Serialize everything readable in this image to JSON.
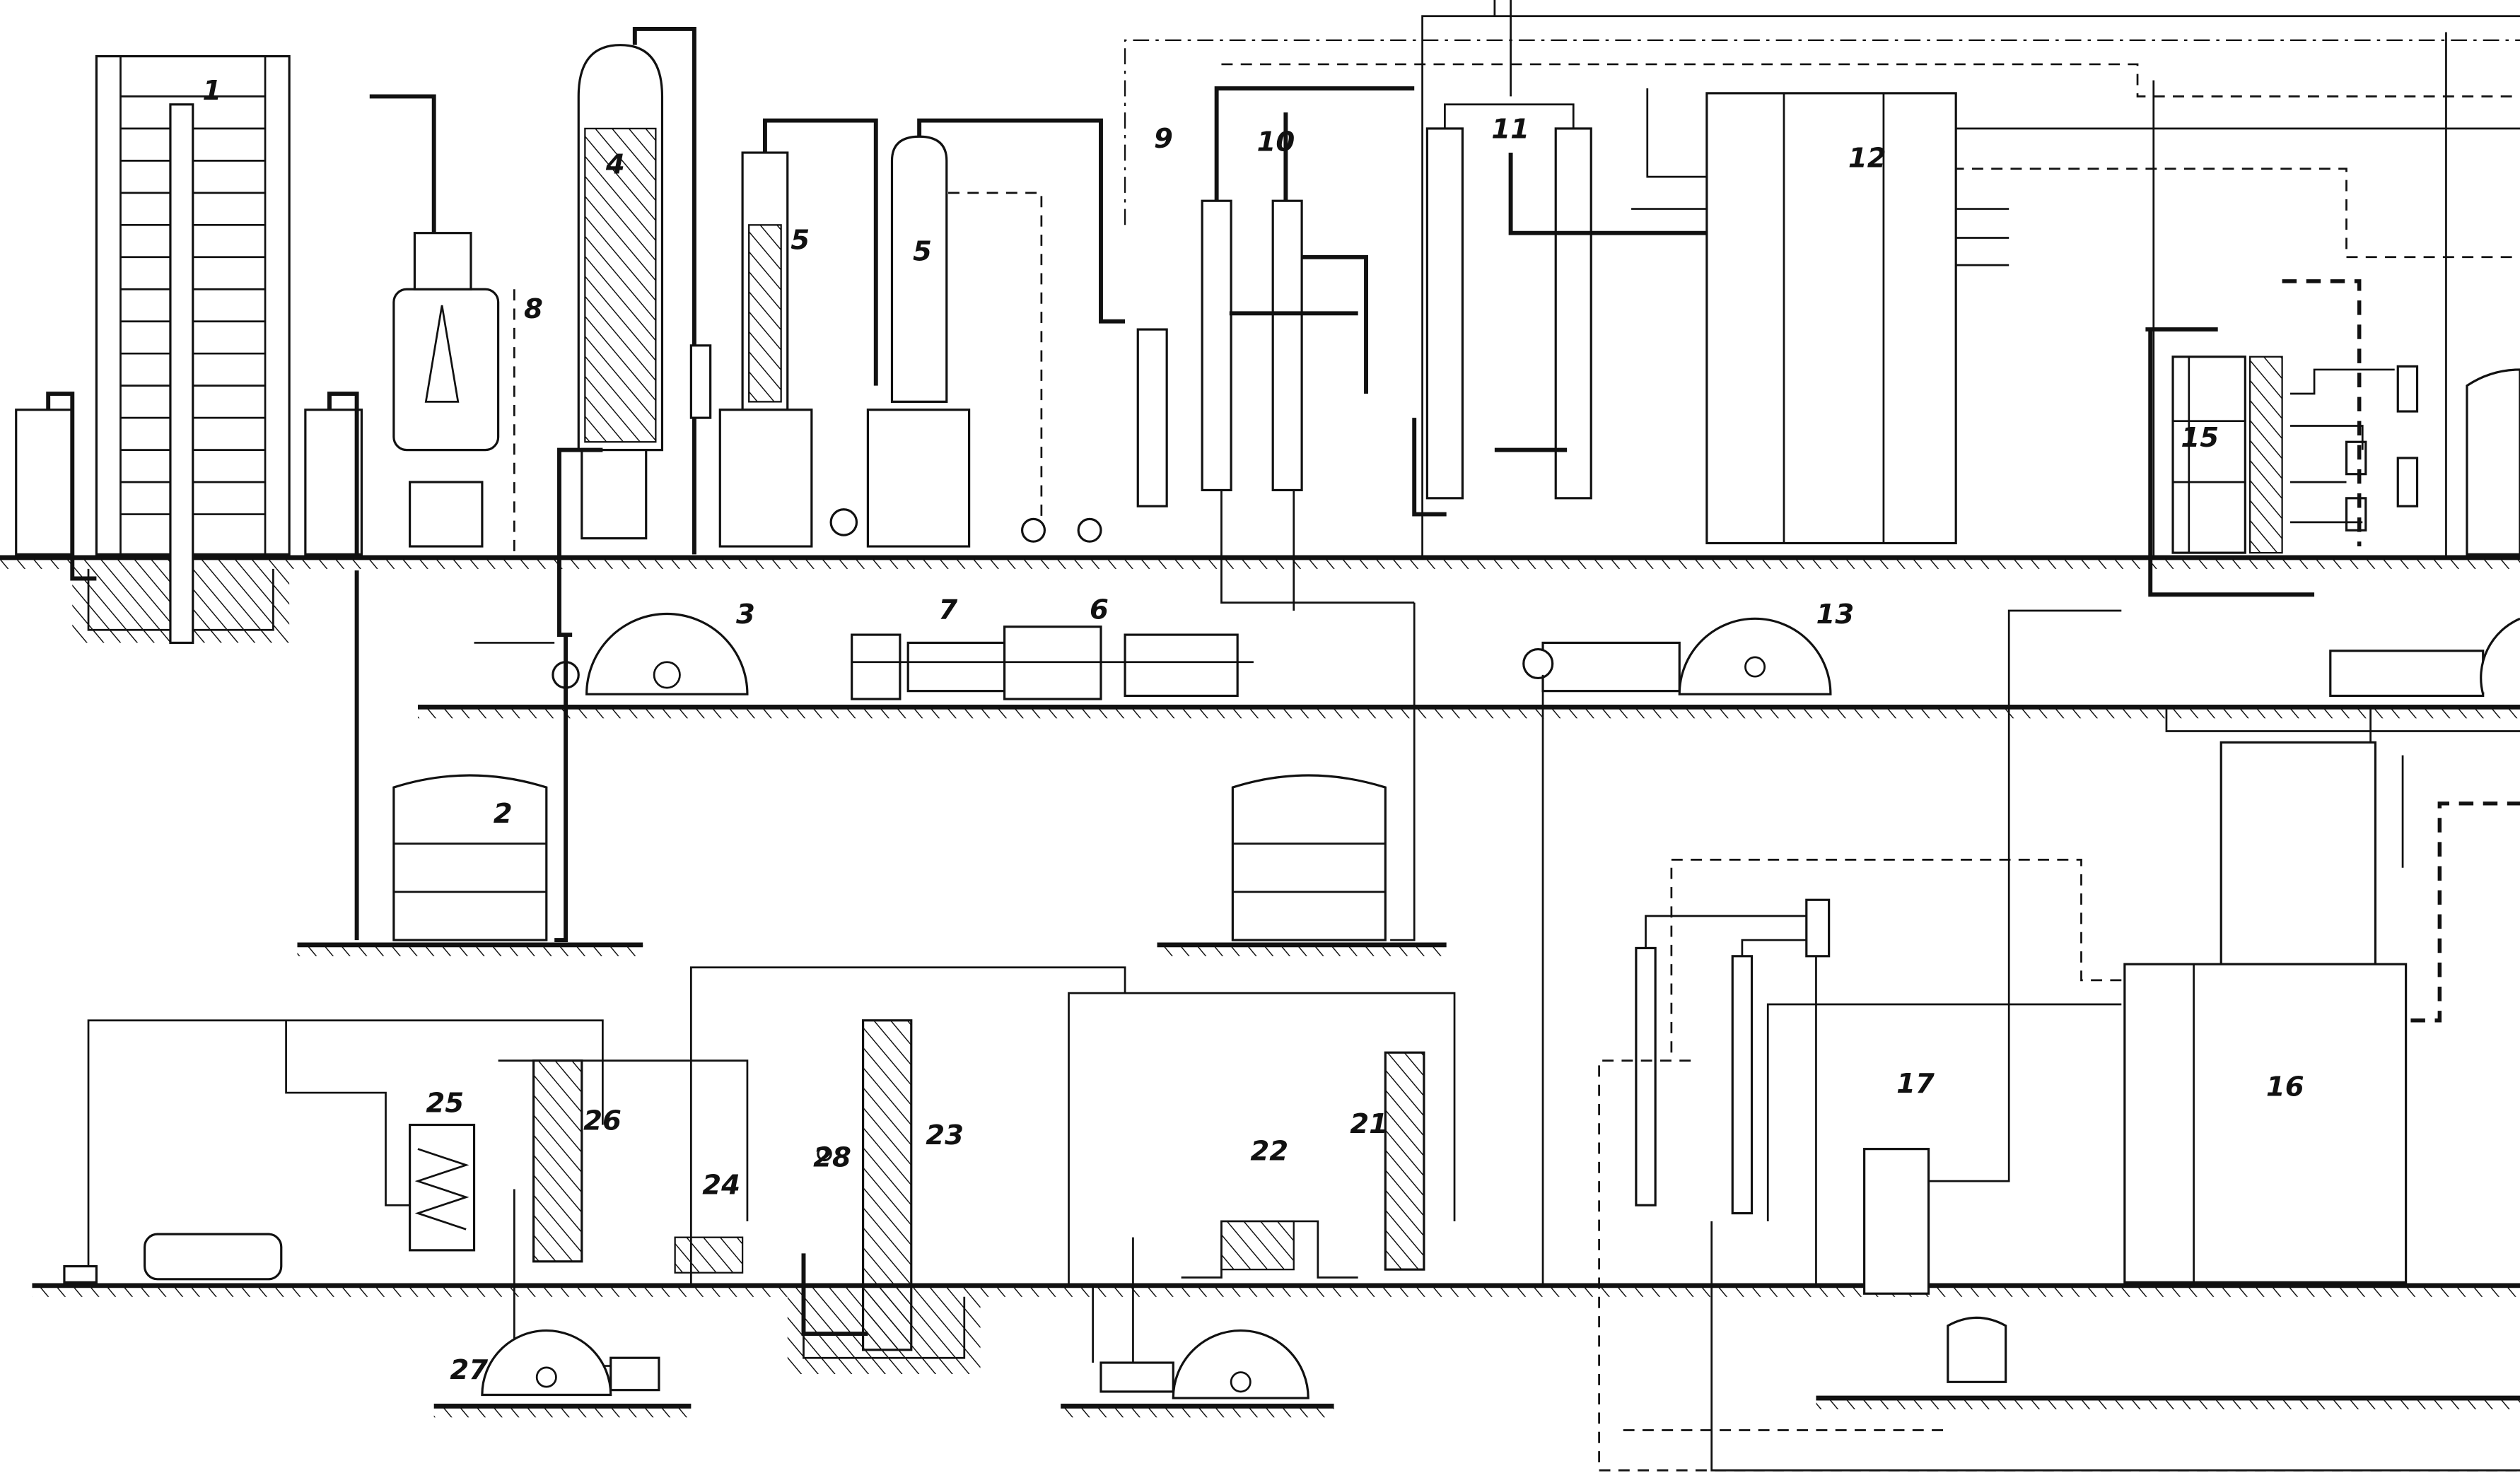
{
  "diagram": {
    "type": "process-flow-schematic",
    "labels": {
      "n1": "1",
      "n2": "2",
      "n3": "3",
      "n4": "4",
      "n5a": "5",
      "n5b": "5",
      "n6": "6",
      "n7": "7",
      "n8": "8",
      "n9": "9",
      "n10": "10",
      "n11": "11",
      "n12": "12",
      "n13": "13",
      "n15": "15",
      "n16": "16",
      "n17": "17",
      "n21": "21",
      "n22": "22",
      "n23": "23",
      "n24": "24",
      "n25": "25",
      "n26": "26",
      "n27": "27",
      "n28": "28"
    }
  }
}
